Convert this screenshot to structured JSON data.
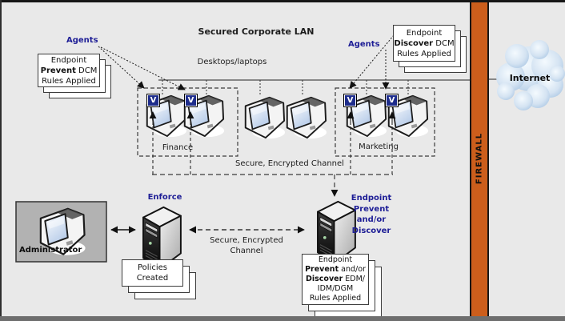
{
  "colors": {
    "firewall": "#cc5e1c",
    "accent_navy": "#1e1e96",
    "badge_blue": "#1e2d8c"
  },
  "diagram": {
    "title": "Secured Corporate LAN",
    "desktops_label": "Desktops/laptops",
    "agents_left": "Agents",
    "agents_right": "Agents",
    "finance_label": "Finance",
    "marketing_label": "Marketing",
    "secure_channel_top": "Secure, Encrypted Channel",
    "secure_channel_bottom": {
      "line1": "Secure, Encrypted",
      "line2": "Channel"
    },
    "enforce_label": "Enforce",
    "endpoint_server_label_lines": [
      "Endpoint",
      "Prevent",
      "and/or",
      "Discover"
    ],
    "administrator_label": "Administrator",
    "firewall_label": "FIREWALL",
    "internet_label": "Internet",
    "agent_badge_letter": "V"
  },
  "notes": {
    "endpoint_prevent_dcm": {
      "lines": [
        [
          {
            "t": "Endpoint",
            "b": false
          }
        ],
        [
          {
            "t": "Prevent",
            "b": true
          },
          {
            "t": " DCM",
            "b": false
          }
        ],
        [
          {
            "t": "Rules Applied",
            "b": false
          }
        ]
      ]
    },
    "endpoint_discover_dcm": {
      "lines": [
        [
          {
            "t": "Endpoint",
            "b": false
          }
        ],
        [
          {
            "t": "Discover",
            "b": true
          },
          {
            "t": " DCM",
            "b": false
          }
        ],
        [
          {
            "t": "Rules Applied",
            "b": false
          }
        ]
      ]
    },
    "policies_created": {
      "lines": [
        [
          {
            "t": "Policies",
            "b": false
          }
        ],
        [
          {
            "t": "Created",
            "b": false
          }
        ]
      ]
    },
    "endpoint_prevent_discover_rules": {
      "lines": [
        [
          {
            "t": "Endpoint",
            "b": false
          }
        ],
        [
          {
            "t": "Prevent",
            "b": true
          },
          {
            "t": " and/or",
            "b": false
          }
        ],
        [
          {
            "t": "Discover",
            "b": true
          },
          {
            "t": " EDM/",
            "b": false
          }
        ],
        [
          {
            "t": "IDM/DGM",
            "b": false
          }
        ],
        [
          {
            "t": "Rules Applied",
            "b": false
          }
        ]
      ]
    }
  }
}
